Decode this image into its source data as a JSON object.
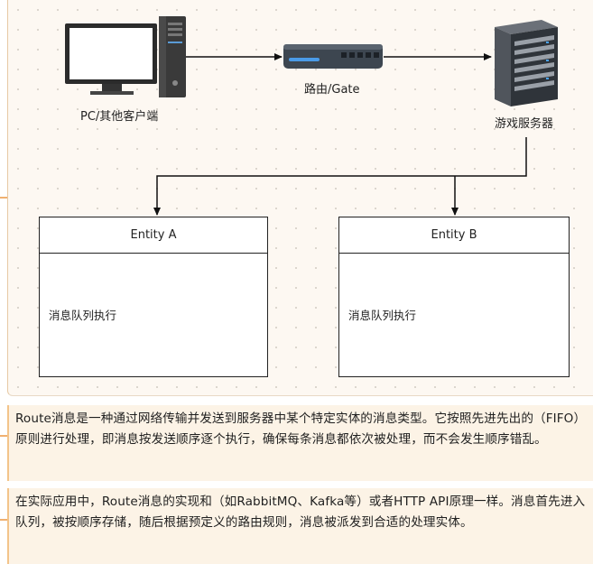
{
  "diagram": {
    "client_label": "PC/其他客户端",
    "router_label": "路由/Gate",
    "server_label": "游戏服务器",
    "entity_a": {
      "title": "Entity A",
      "body": "消息队列执行"
    },
    "entity_b": {
      "title": "Entity B",
      "body": "消息队列执行"
    },
    "colors": {
      "line": "#111111",
      "panel_bg": "#fdf8f2",
      "accent": "#f3c48a"
    },
    "icons": [
      "desktop-computer-icon",
      "router-icon",
      "server-rack-icon"
    ]
  },
  "paragraphs": [
    "Route消息是一种通过网络传输并发送到服务器中某个特定实体的消息类型。它按照先进先出的（FIFO）原则进行处理，即消息按发送顺序逐个执行，确保每条消息都依次被处理，而不会发生顺序错乱。",
    "在实际应用中，Route消息的实现和（如RabbitMQ、Kafka等）或者HTTP API原理一样。消息首先进入队列，被按顺序存储，随后根据预定义的路由规则，消息被派发到合适的处理实体。"
  ]
}
